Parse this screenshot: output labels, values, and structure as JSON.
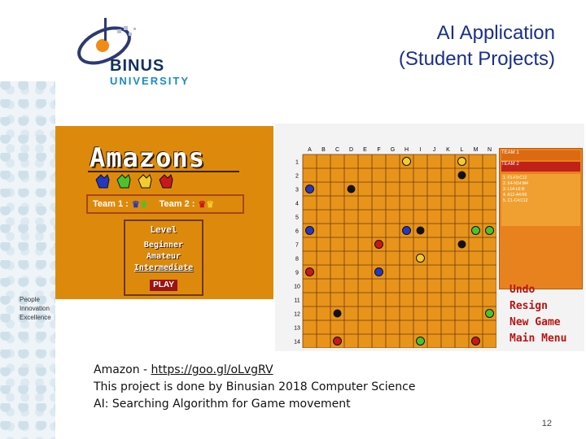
{
  "slide": {
    "title_line1": "AI Application",
    "title_line2": "(Student Projects)",
    "page_number": "12"
  },
  "logo": {
    "name": "BINUS",
    "sub": "UNIVERSITY",
    "tagline": [
      "People",
      "Innovation",
      "Excellence"
    ]
  },
  "caption": {
    "line1_prefix": "Amazon - ",
    "line1_link": "https://goo.gl/oLvgRV",
    "line2": "This project is done by Binusian 2018 Computer Science",
    "line3": "AI: Searching Algorithm for Game movement"
  },
  "game": {
    "title": "Amazons",
    "team1": "Team 1 :",
    "team2": "Team 2 :",
    "level_title": "Level",
    "levels": [
      "Beginner",
      "Amateur",
      "Intermediate"
    ],
    "play": "PLAY",
    "columns": [
      "A",
      "B",
      "C",
      "D",
      "E",
      "F",
      "G",
      "H",
      "I",
      "J",
      "K",
      "L",
      "M",
      "N"
    ],
    "rows": [
      "1",
      "2",
      "3",
      "4",
      "5",
      "6",
      "7",
      "8",
      "9",
      "10",
      "11",
      "12",
      "13",
      "14"
    ],
    "side_team1": "TEAM 1",
    "side_team2": "TEAM 2",
    "moves": [
      "1. F1-F9:C12",
      "2. K4-N14:M4",
      "3. L14-L6:I5",
      "4. A12-A4:K6",
      "5. C1-C4:C12"
    ],
    "menu": [
      "Undo",
      "Resign",
      "New Game",
      "Main Menu"
    ],
    "colors": {
      "board": "#e8941a",
      "blue": "#2438c4",
      "red": "#c8181a",
      "green": "#49c42c",
      "yellow": "#f2cc2c"
    }
  }
}
